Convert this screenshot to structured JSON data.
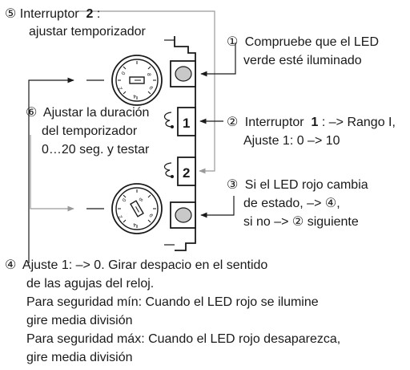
{
  "callouts": {
    "c5": {
      "num": "⑤",
      "pre": "Interruptor ",
      "bold": "2",
      "post": ":",
      "line2": "ajustar temporizador"
    },
    "c1": {
      "num": "①",
      "line1": "Compruebe que el LED",
      "line2": "verde esté iluminado"
    },
    "c6": {
      "num": "⑥",
      "line1": "Ajustar la duración",
      "line2": "del temporizador",
      "line3": "0…20 seg. y testar"
    },
    "c2": {
      "num": "②",
      "pre": "Interruptor ",
      "bold": "1",
      "post": ": –> Rango I,",
      "line2": "Ajuste 1: 0 –> 10"
    },
    "c3": {
      "num": "③",
      "line1": "Si el LED rojo cambia",
      "line2": "de estado, –> ④,",
      "line3": "si no –> ② siguiente"
    },
    "c4": {
      "num": "④",
      "line1": "Ajuste 1: –> 0. Girar despacio en el sentido",
      "line2": "de las agujas del reloj.",
      "line3": "Para seguridad mín: Cuando el LED rojo se ilumine",
      "line4": "gire media división",
      "line5": "Para seguridad máx: Cuando el LED rojo desaparezca,",
      "line6": "gire media división"
    }
  },
  "device": {
    "switch_upper_label": "1",
    "switch_lower_label": "2",
    "dial_upper_marks": [
      "0",
      "8",
      "6",
      "4",
      "2"
    ],
    "dial_lower_marks": [
      "0",
      "8",
      "6",
      "4",
      "2"
    ]
  },
  "colors": {
    "line_dark": "#1a1a1a",
    "line_grey": "#9a9a9a",
    "led_fill": "#c8c8c8"
  }
}
